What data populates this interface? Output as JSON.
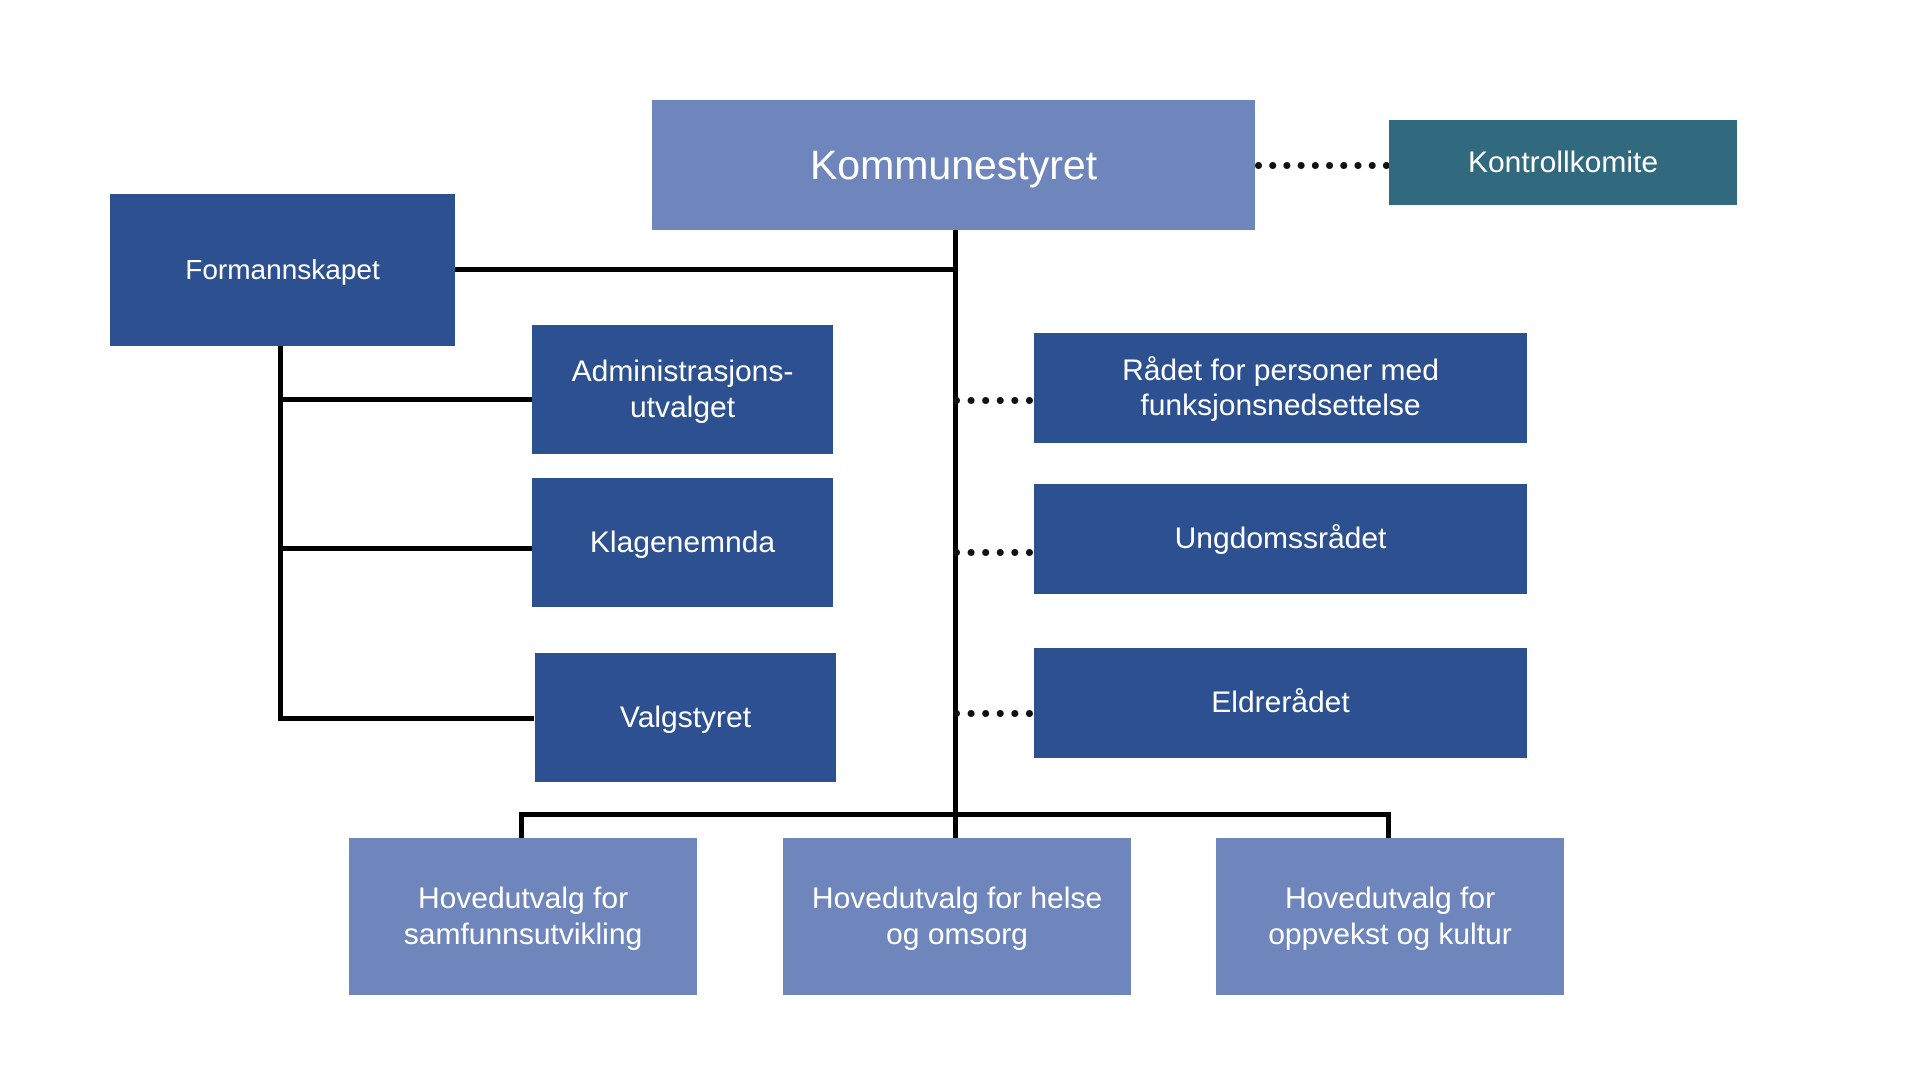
{
  "diagram": {
    "title": "Kommunestyret organisasjonskart",
    "colors": {
      "root": "#6f86bd",
      "audit": "#31697f",
      "committee": "#2c5090",
      "council": "#2c5090",
      "main_committee": "#6f86bd",
      "connector": "#000000",
      "background": "#ffffff",
      "text": "#ffffff"
    },
    "nodes": {
      "root": {
        "label": "Kommunestyret"
      },
      "audit": {
        "label": "Kontrollkomite"
      },
      "executive": {
        "label": "Formannskapet"
      },
      "committees": [
        {
          "label": "Administrasjons-\nutvalget"
        },
        {
          "label": "Klagenemnda"
        },
        {
          "label": "Valgstyret"
        }
      ],
      "councils": [
        {
          "label": "Rådet for personer med\nfunksjonsnedsettelse"
        },
        {
          "label": "Ungdomssrådet"
        },
        {
          "label": "Eldrerådet"
        }
      ],
      "main_committees": [
        {
          "label": "Hovedutvalg for\nsamfunnsutvikling"
        },
        {
          "label": "Hovedutvalg for helse\nog omsorg"
        },
        {
          "label": "Hovedutvalg for\noppvekst og kultur"
        }
      ]
    }
  }
}
